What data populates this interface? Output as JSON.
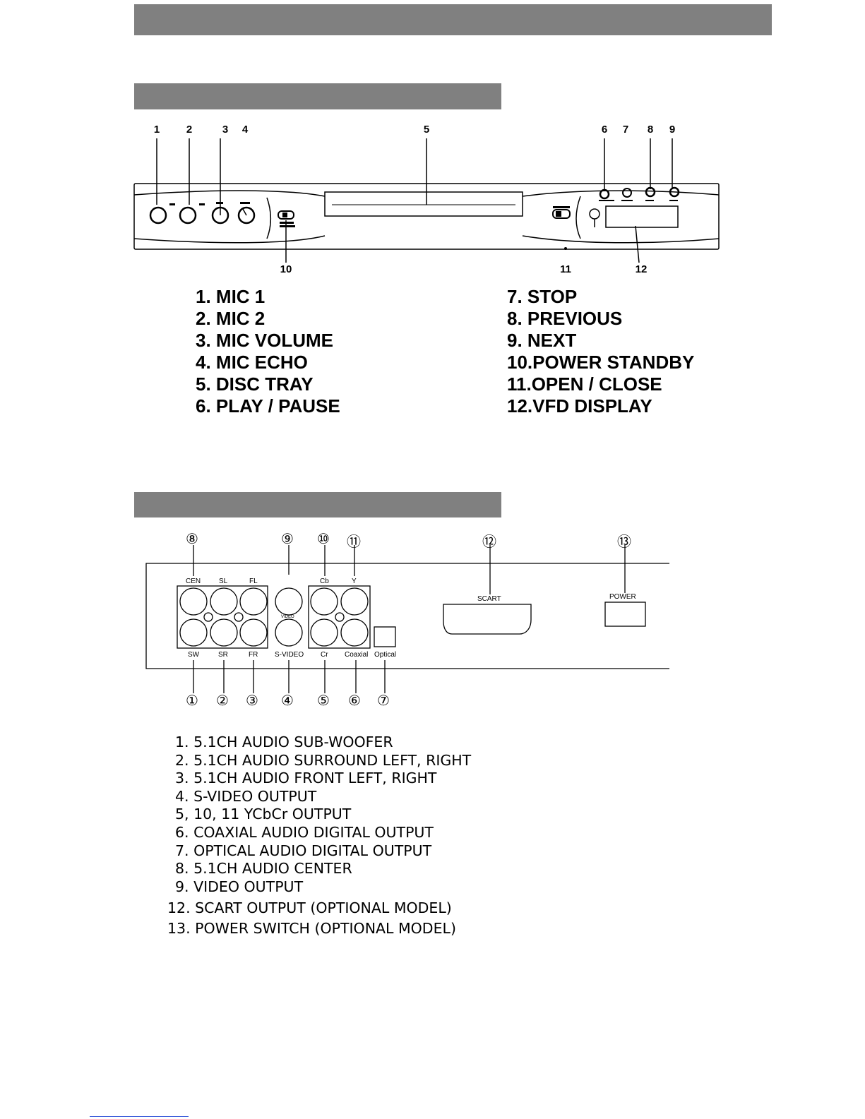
{
  "front_panel": {
    "callouts_top": [
      "1",
      "2",
      "3",
      "4",
      "5",
      "6",
      "7",
      "8",
      "9"
    ],
    "callouts_bottom": [
      "10",
      "11",
      "12"
    ],
    "legend_left": [
      "1.  MIC 1",
      "2.  MIC 2",
      "3.  MIC VOLUME",
      "4.  MIC ECHO",
      "5.  DISC TRAY",
      "6.  PLAY / PAUSE"
    ],
    "legend_right": [
      "7.  STOP",
      "8.  PREVIOUS",
      "9.  NEXT",
      "10.POWER STANDBY",
      "11.OPEN / CLOSE",
      "12.VFD DISPLAY"
    ]
  },
  "rear_panel": {
    "circled_numbers": [
      "⑧",
      "⑨",
      "⑩",
      "⑪",
      "⑫",
      "⑬",
      "①",
      "②",
      "③",
      "④",
      "⑤",
      "⑥",
      "⑦"
    ],
    "jack_labels": {
      "cen": "CEN",
      "sl": "SL",
      "fl": "FL",
      "sw": "SW",
      "sr": "SR",
      "fr": "FR",
      "video": "VIDEO",
      "svideo": "S-VIDEO",
      "cb": "Cb",
      "y": "Y",
      "cr": "Cr",
      "coaxial": "Coaxial",
      "optical": "Optical",
      "scart": "SCART",
      "power": "POWER"
    },
    "legend": [
      "1. 5.1CH AUDIO SUB-WOOFER",
      "2. 5.1CH AUDIO SURROUND LEFT, RIGHT",
      "3. 5.1CH AUDIO FRONT LEFT, RIGHT",
      "4. S-VIDEO OUTPUT",
      "5, 10, 11 YCbCr OUTPUT",
      "6. COAXIAL  AUDIO DIGITAL OUTPUT",
      "7. OPTICAL AUDIO DIGITAL OUTPUT",
      "8. 5.1CH AUDIO CENTER",
      "9. VIDEO OUTPUT",
      "12. SCART OUTPUT  (OPTIONAL MODEL)",
      "13. POWER SWITCH  (OPTIONAL MODEL)"
    ]
  }
}
